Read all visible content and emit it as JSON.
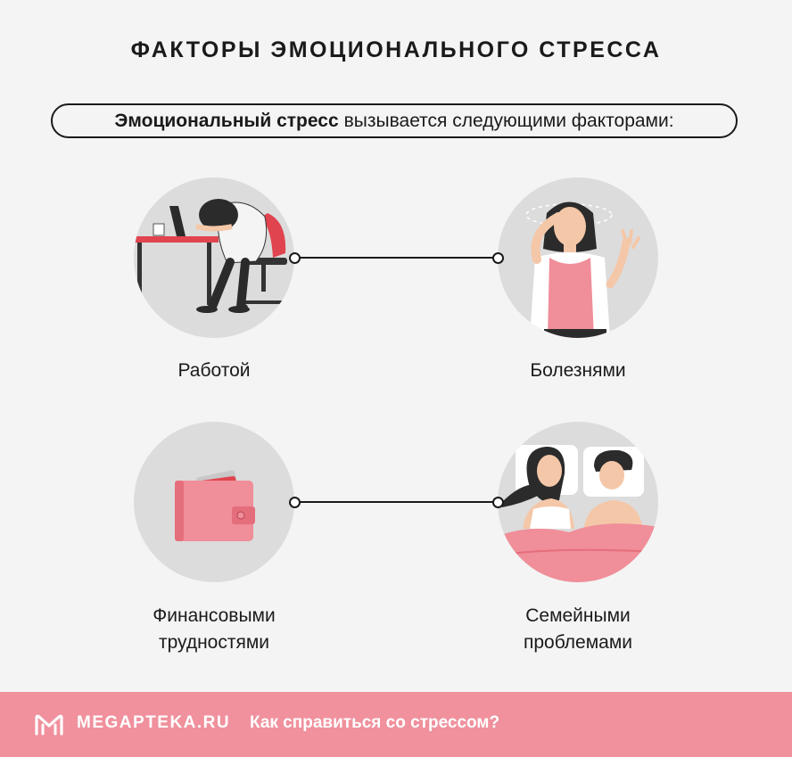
{
  "header": {
    "title": "ФАКТОРЫ ЭМОЦИОНАЛЬНОГО СТРЕССА",
    "subtitle_bold": "Эмоциональный стресс",
    "subtitle_rest": "вызывается следующими факторами:"
  },
  "factors": [
    {
      "label_line1": "Работой",
      "label_line2": "",
      "illustration": "tired-worker-at-desk"
    },
    {
      "label_line1": "Болезнями",
      "label_line2": "",
      "illustration": "sick-woman-dizzy"
    },
    {
      "label_line1": "Финансовыми",
      "label_line2": "трудностями",
      "illustration": "wallet"
    },
    {
      "label_line1": "Семейными",
      "label_line2": "проблемами",
      "illustration": "couple-in-bed"
    }
  ],
  "footer": {
    "brand": "MEGAPTEKA.RU",
    "link": "Как справиться со стрессом?"
  },
  "colors": {
    "background": "#f4f4f4",
    "accent_pink": "#f0919d",
    "circle_bg": "#dcdcdc",
    "text": "#1a1a1a"
  }
}
